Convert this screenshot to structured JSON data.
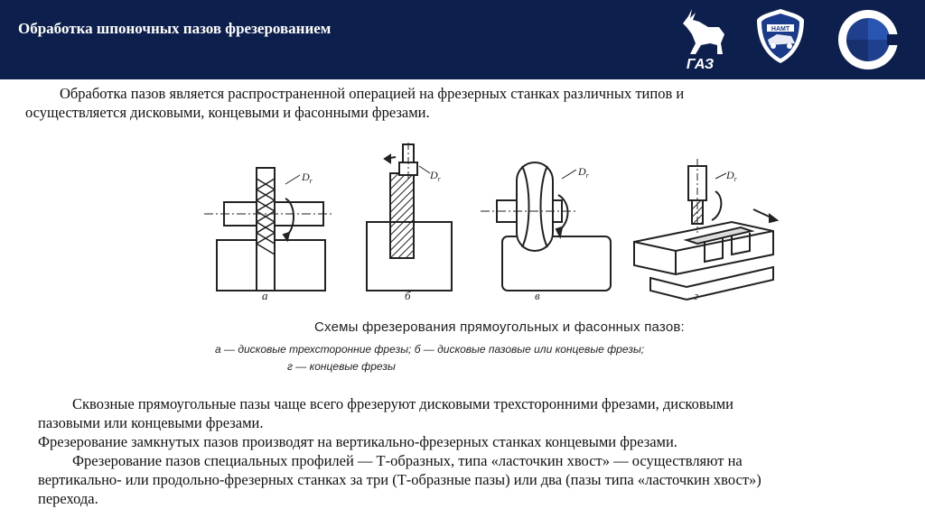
{
  "header": {
    "title": "Обработка шпоночных пазов фрезерованием",
    "logo_gaz_text": "ГАЗ",
    "logo_shield_text": "НАМТ",
    "background_color": "#0d1f4c"
  },
  "intro": {
    "line1": "Обработка пазов является распространенной операцией на фрезерных станках различных типов и",
    "line2": "осуществляется дисковыми, концевыми и фасонными фрезами."
  },
  "figure": {
    "labels": [
      "а",
      "б",
      "в",
      "г"
    ],
    "dim_label": "Dr",
    "caption_title": "Схемы фрезерования прямоугольных и фасонных пазов:",
    "caption_line1": "а — дисковые трехсторонние фрезы; б — дисковые пазовые или концевые фрезы;",
    "caption_line2": "г — концевые фрезы"
  },
  "body": {
    "line1": "Сквозные прямоугольные пазы чаще всего фрезеруют дисковыми трехсторонними фрезами, дисковыми",
    "line2": "пазовыми или концевыми фрезами.",
    "line3": "Фрезерование замкнутых пазов производят на вертикально-фрезерных станках концевыми фрезами.",
    "line4": "Фрезерование пазов специальных профилей — Т-образных, типа «ласточкин хвост» — осуществляют на",
    "line5": "вертикально- или продольно-фрезерных станках за три (Т-образные пазы) или два (пазы типа «ласточкин хвост»)",
    "line6": "перехода."
  }
}
